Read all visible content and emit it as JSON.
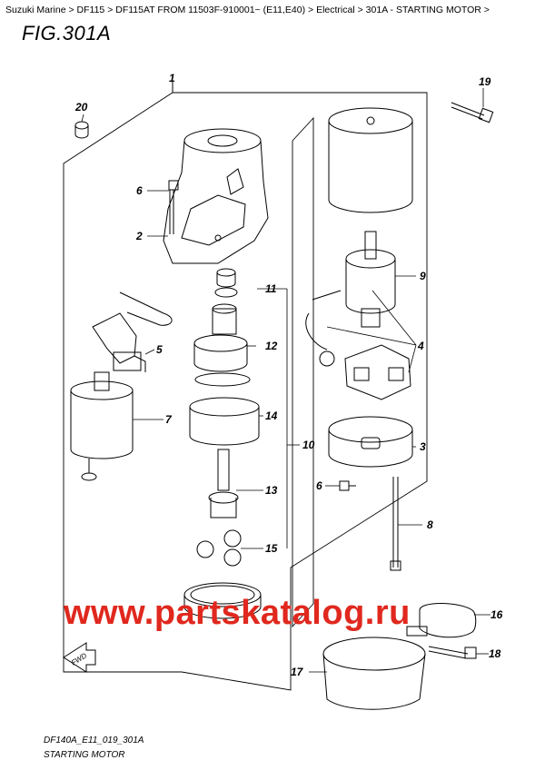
{
  "breadcrumb": {
    "items": [
      "Suzuki Marine",
      "DF115",
      "DF115AT FROM 11503F-910001~ (E11,E40)",
      "Electrical",
      "301A - STARTING MOTOR"
    ],
    "separator": ">"
  },
  "figure": {
    "title": "FIG.301A"
  },
  "callouts": {
    "c1": "1",
    "c2": "2",
    "c3": "3",
    "c4": "4",
    "c5": "5",
    "c6a": "6",
    "c6b": "6",
    "c7": "7",
    "c8": "8",
    "c9": "9",
    "c10": "10",
    "c11": "11",
    "c12": "12",
    "c13": "13",
    "c14": "14",
    "c15": "15",
    "c16": "16",
    "c17": "17",
    "c18": "18",
    "c19": "19",
    "c20": "20"
  },
  "fwd_label": "FWD",
  "watermark": "www.partskatalog.ru",
  "footer": {
    "code": "DF140A_E11_019_301A",
    "caption": "STARTING MOTOR"
  },
  "colors": {
    "watermark": "#e0281e",
    "line": "#000000"
  }
}
